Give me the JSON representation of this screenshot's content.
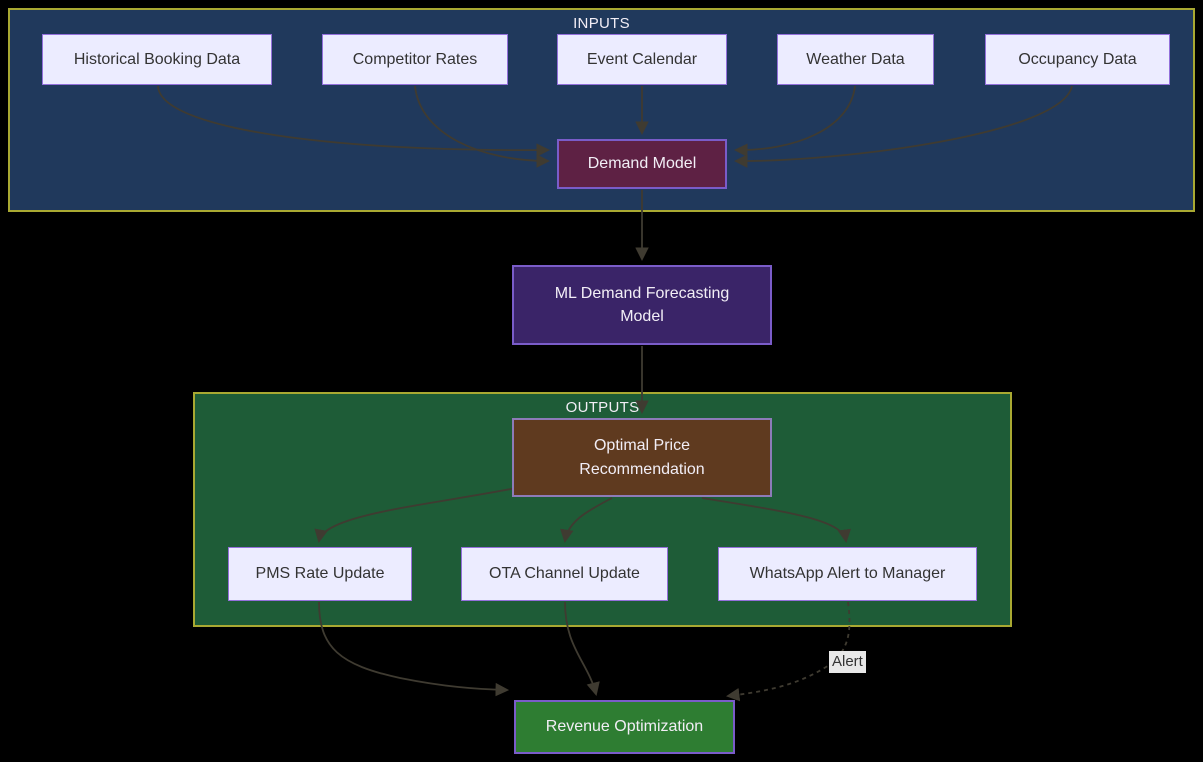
{
  "diagram": {
    "clusters": {
      "inputs": {
        "label": "INPUTS"
      },
      "outputs": {
        "label": "OUTPUTS"
      }
    },
    "nodes": {
      "historical": {
        "label": "Historical Booking Data"
      },
      "competitor": {
        "label": "Competitor Rates"
      },
      "event": {
        "label": "Event Calendar"
      },
      "weather": {
        "label": "Weather Data"
      },
      "occupancy": {
        "label": "Occupancy Data"
      },
      "demand": {
        "label": "Demand Model"
      },
      "ml": {
        "label": "ML Demand Forecasting Model"
      },
      "optimal": {
        "label": "Optimal Price Recommendation"
      },
      "pms": {
        "label": "PMS Rate Update"
      },
      "ota": {
        "label": "OTA Channel Update"
      },
      "whatsapp": {
        "label": "WhatsApp Alert to Manager"
      },
      "revenue": {
        "label": "Revenue Optimization"
      }
    },
    "edge_labels": {
      "alert": "Alert"
    },
    "colors": {
      "page_bg": "#000000",
      "inputs_bg": "#20395c",
      "outputs_bg": "#1e5c37",
      "cluster_border": "#a9a932",
      "node_bg": "#ececff",
      "node_border": "#9370db",
      "demand_bg": "#5e2144",
      "ml_bg": "#3a2468",
      "optimal_bg": "#5f3a1f",
      "revenue_bg": "#2e7d32",
      "accent_border": "#7a5cc9",
      "edge": "#3f3b31",
      "dark_text": "#333333",
      "light_text": "#f2eef6",
      "label_bg": "#e8e8e8"
    }
  }
}
